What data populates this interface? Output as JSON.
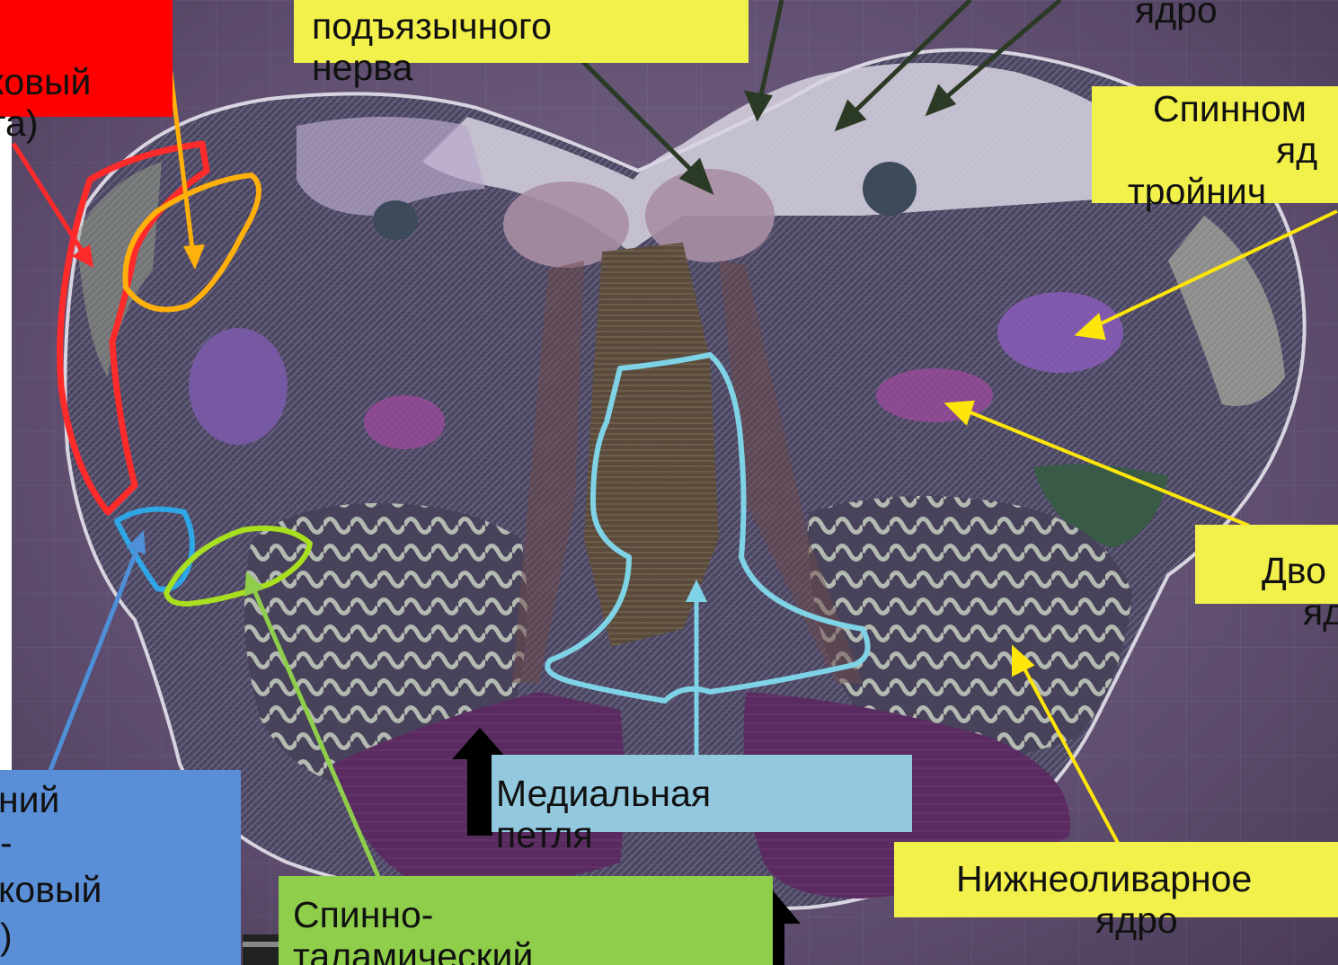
{
  "labels": {
    "hypoglossal": [
      "подъязычного",
      "нерва"
    ],
    "top_right": [
      "ядро"
    ],
    "spinal_trigeminal": [
      "Спинном",
      "яд",
      "тройнич"
    ],
    "top_left_red": [
      "ковый",
      "га)"
    ],
    "ambiguus": [
      "Дво",
      "яд"
    ],
    "medial_lemniscus": [
      "Медиальная",
      "петля"
    ],
    "inferior_olive": [
      "Нижнеоливарное",
      "ядро"
    ],
    "blue_tract": [
      "ний",
      "-",
      "ковый",
      ")"
    ],
    "spinothalamic": [
      "Спинно-",
      "таламический"
    ]
  },
  "colors": {
    "yellow_box": "#f2f04a",
    "red_box": "#ff0000",
    "blue_box": "#5a8fd8",
    "cyan_box": "#92c9de",
    "green_box": "#8fce4a",
    "dark_arrow": "#2a3a24",
    "yellow_arrow": "#ffe60a",
    "orange_outline": "#ffb00a",
    "red_outline": "#ff2a2a",
    "cyan_outline": "#7fd3e6",
    "green_outline": "#a8e020",
    "blue_outline": "#2fa6e6",
    "blue_arrow": "#4e8fd8",
    "green_arrow": "#8fce4a"
  }
}
